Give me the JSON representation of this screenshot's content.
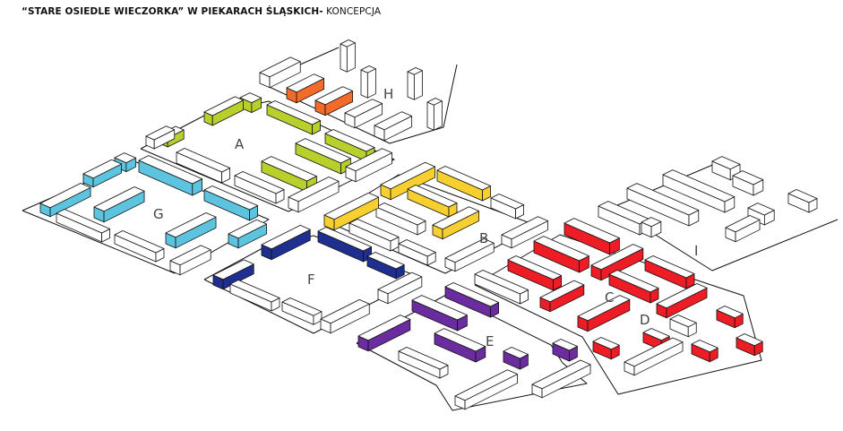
{
  "title": {
    "bold": "“STARE OSIEDLE WIECZORKA” W PIEKARACH ŚLĄSKICH-",
    "regular": " KONCEPCJA"
  },
  "districts": [
    {
      "label": "A",
      "color": "#b9cf2c"
    },
    {
      "label": "B",
      "color": "#f7cf2e"
    },
    {
      "label": "C",
      "color": "#ee1c24"
    },
    {
      "label": "D",
      "color": "#ee1c24"
    },
    {
      "label": "E",
      "color": "#6a2c9e"
    },
    {
      "label": "F",
      "color": "#1f2f8f"
    },
    {
      "label": "G",
      "color": "#5cc4df"
    },
    {
      "label": "H",
      "color": "#f26b2a"
    },
    {
      "label": "I",
      "color": "#ffffff"
    }
  ]
}
